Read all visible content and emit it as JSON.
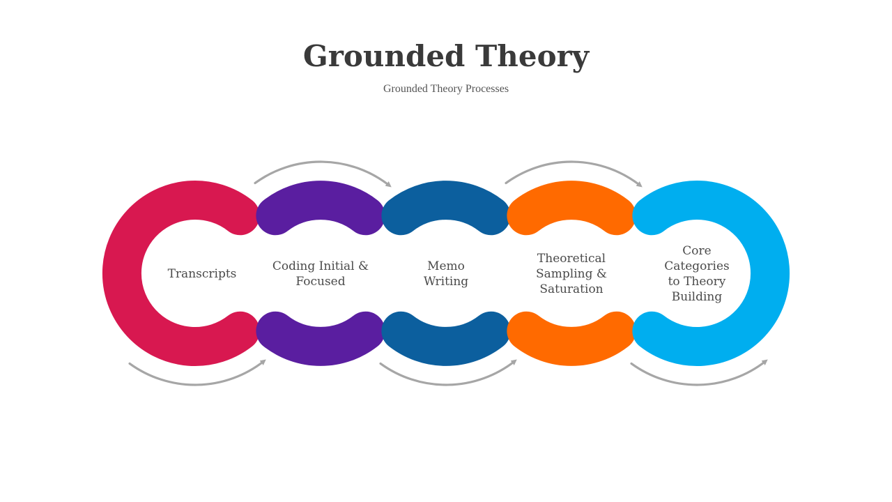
{
  "header": {
    "title": "Grounded Theory",
    "subtitle": "Grounded Theory Processes"
  },
  "steps": [
    {
      "label": [
        "Transcripts"
      ],
      "color": "#d81850"
    },
    {
      "label": [
        "Coding Initial &",
        "Focused"
      ],
      "color": "#5a1ea0"
    },
    {
      "label": [
        "Memo",
        "Writing"
      ],
      "color": "#0c5f9e"
    },
    {
      "label": [
        "Theoretical",
        "Sampling &",
        "Saturation"
      ],
      "color": "#ff6a00"
    },
    {
      "label": [
        "Core",
        "Categories",
        "to Theory",
        "Building"
      ],
      "color": "#00aeef"
    }
  ],
  "arrow_color": "#a6a6a6"
}
